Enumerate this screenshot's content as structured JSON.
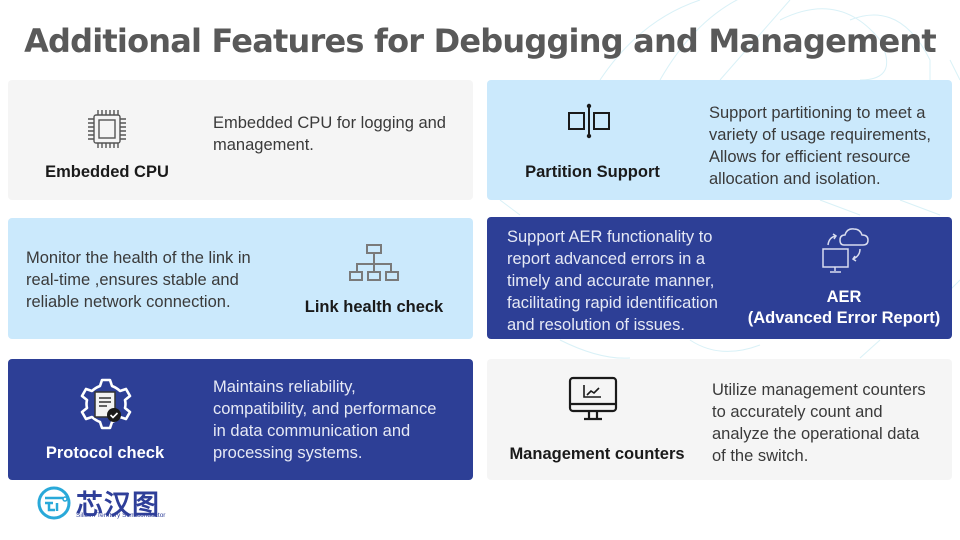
{
  "page": {
    "title": "Additional Features for Debugging and Management"
  },
  "cards": [
    {
      "id": "embedded-cpu",
      "label": "Embedded CPU",
      "icon": "cpu-chip-icon",
      "description": [
        "Embedded CPU for logging and",
        "management."
      ],
      "theme": "gray"
    },
    {
      "id": "partition-support",
      "label": "Partition Support",
      "icon": "partition-split-icon",
      "description": [
        "Support partitioning to meet a",
        "variety of usage requirements,",
        "Allows for efficient resource",
        "allocation and isolation."
      ],
      "theme": "light-blue"
    },
    {
      "id": "link-health-check",
      "label": "Link health check",
      "icon": "network-hierarchy-icon",
      "description": [
        "Monitor the health of the link in",
        "real-time ,ensures stable and",
        "reliable network connection."
      ],
      "theme": "light-blue"
    },
    {
      "id": "aer",
      "label": "AER",
      "label_sub": "(Advanced Error Report)",
      "icon": "monitor-cloud-sync-icon",
      "description": [
        "Support AER functionality to",
        "report advanced errors in a",
        "timely and accurate manner,",
        "facilitating rapid identification",
        "and resolution of issues."
      ],
      "theme": "dark-blue"
    },
    {
      "id": "protocol-check",
      "label": "Protocol check",
      "icon": "gear-document-check-icon",
      "description": [
        "Maintains reliability,",
        "compatibility, and performance",
        "in data communication and",
        "processing systems."
      ],
      "theme": "dark-blue"
    },
    {
      "id": "management-counters",
      "label": "Management counters",
      "icon": "monitor-chart-icon",
      "description": [
        "Utilize management counters",
        "to accurately count and",
        "analyze the operational data",
        "of the switch."
      ],
      "theme": "gray"
    }
  ],
  "logo": {
    "name_cn": "芯汉图",
    "name_en": "Silicon Territory Semiconductor"
  },
  "colors": {
    "title": "#595959",
    "card_gray": "#f5f5f5",
    "card_light_blue": "#cbe9fc",
    "card_dark_blue": "#2d3f96",
    "logo_blue": "#2f3f99",
    "logo_cyan": "#29a9d9"
  }
}
